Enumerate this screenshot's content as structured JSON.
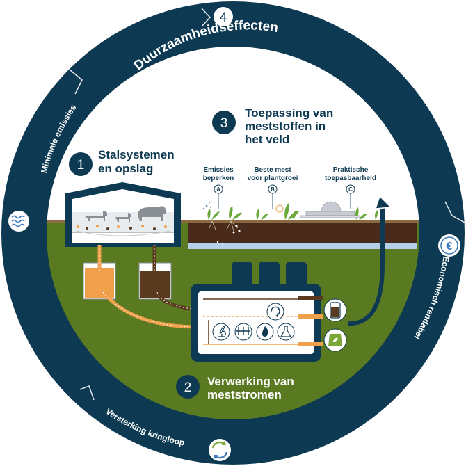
{
  "ring": {
    "top_number": "4",
    "top_title": "Duurzaamheidseffecten",
    "left_label": "Minimale emissies",
    "right_label": "Economisch rendabel",
    "bottom_label": "Versterking kringloop"
  },
  "steps": [
    {
      "number": "1",
      "line1": "Stalsystemen",
      "line2": "en opslag"
    },
    {
      "number": "2",
      "line1": "Verwerking van",
      "line2": "meststromen"
    },
    {
      "number": "3",
      "line1": "Toepassing van",
      "line2": "meststoffen in",
      "line3": "het veld"
    }
  ],
  "field_labels": [
    {
      "letter": "A",
      "line1": "Emissies",
      "line2": "beperken"
    },
    {
      "letter": "B",
      "line1": "Beste mest",
      "line2": "voor plantgroei"
    },
    {
      "letter": "C",
      "line1": "Praktische",
      "line2": "toepasbaarheid"
    }
  ],
  "icons": {
    "ring": [
      "waves-icon",
      "euro-icon",
      "recycle-icon"
    ],
    "processing": [
      "microscope-icon",
      "test-tubes-icon",
      "flame-icon",
      "flask-icon",
      "cycle-arrow-icon"
    ],
    "outputs": [
      "storage-tank-icon",
      "fertilizer-bag-icon"
    ]
  },
  "colors": {
    "navy": "#0d3a52",
    "grass": "#5a7a22",
    "soil": "#4a2a1a",
    "orange": "#f0a04a",
    "brown_manure": "#5a3a1e",
    "sky": "#ffffff"
  }
}
